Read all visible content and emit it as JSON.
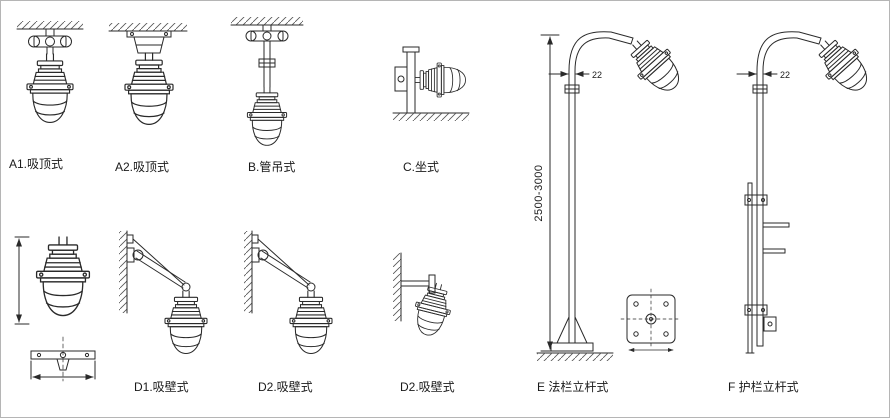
{
  "labels": {
    "a1": "A1.吸顶式",
    "a2": "A2.吸顶式",
    "b": "B.管吊式",
    "c": "C.坐式",
    "d1": "D1.吸壁式",
    "d2a": "D2.吸壁式",
    "d2b": "D2.吸壁式",
    "e": "E 法栏立杆式",
    "f": "F 护栏立杆式"
  },
  "dimensions": {
    "pole_height_range": "2500-3000",
    "pole_width_e": "22",
    "pole_width_f": "22"
  },
  "colors": {
    "line": "#2a2a2a",
    "background": "#ffffff",
    "frame": "#b5b5b5"
  }
}
